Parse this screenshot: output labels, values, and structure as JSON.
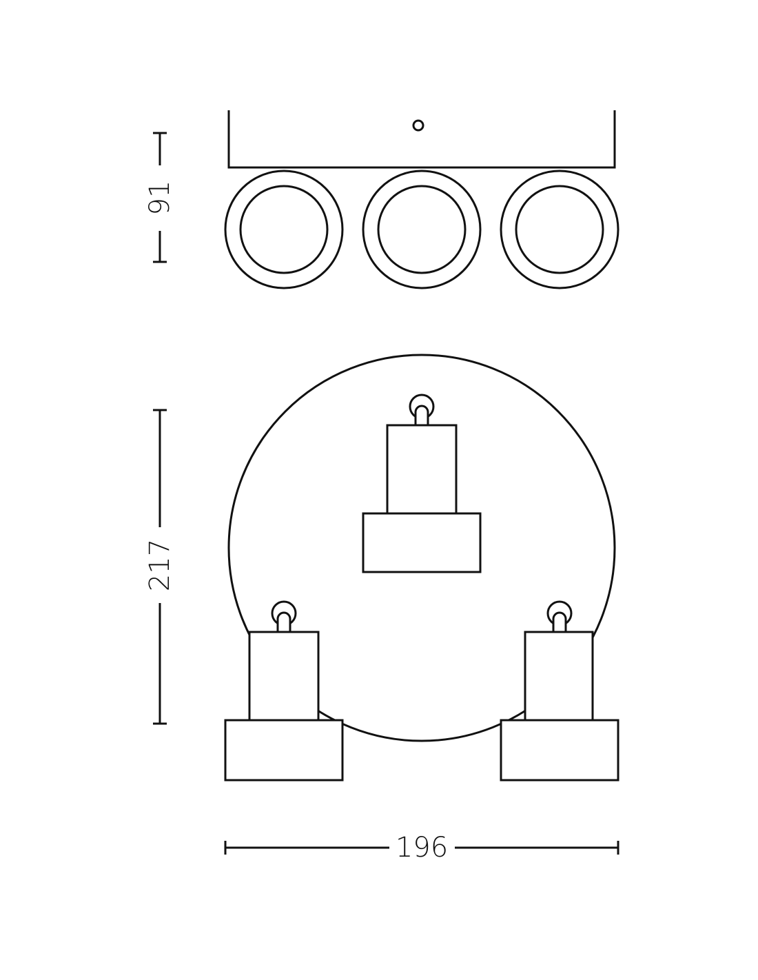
{
  "dimensions": {
    "height_top_view": "91",
    "height_front_view": "217",
    "width": "196"
  },
  "colors": {
    "line": "#111111",
    "background": "#ffffff"
  }
}
